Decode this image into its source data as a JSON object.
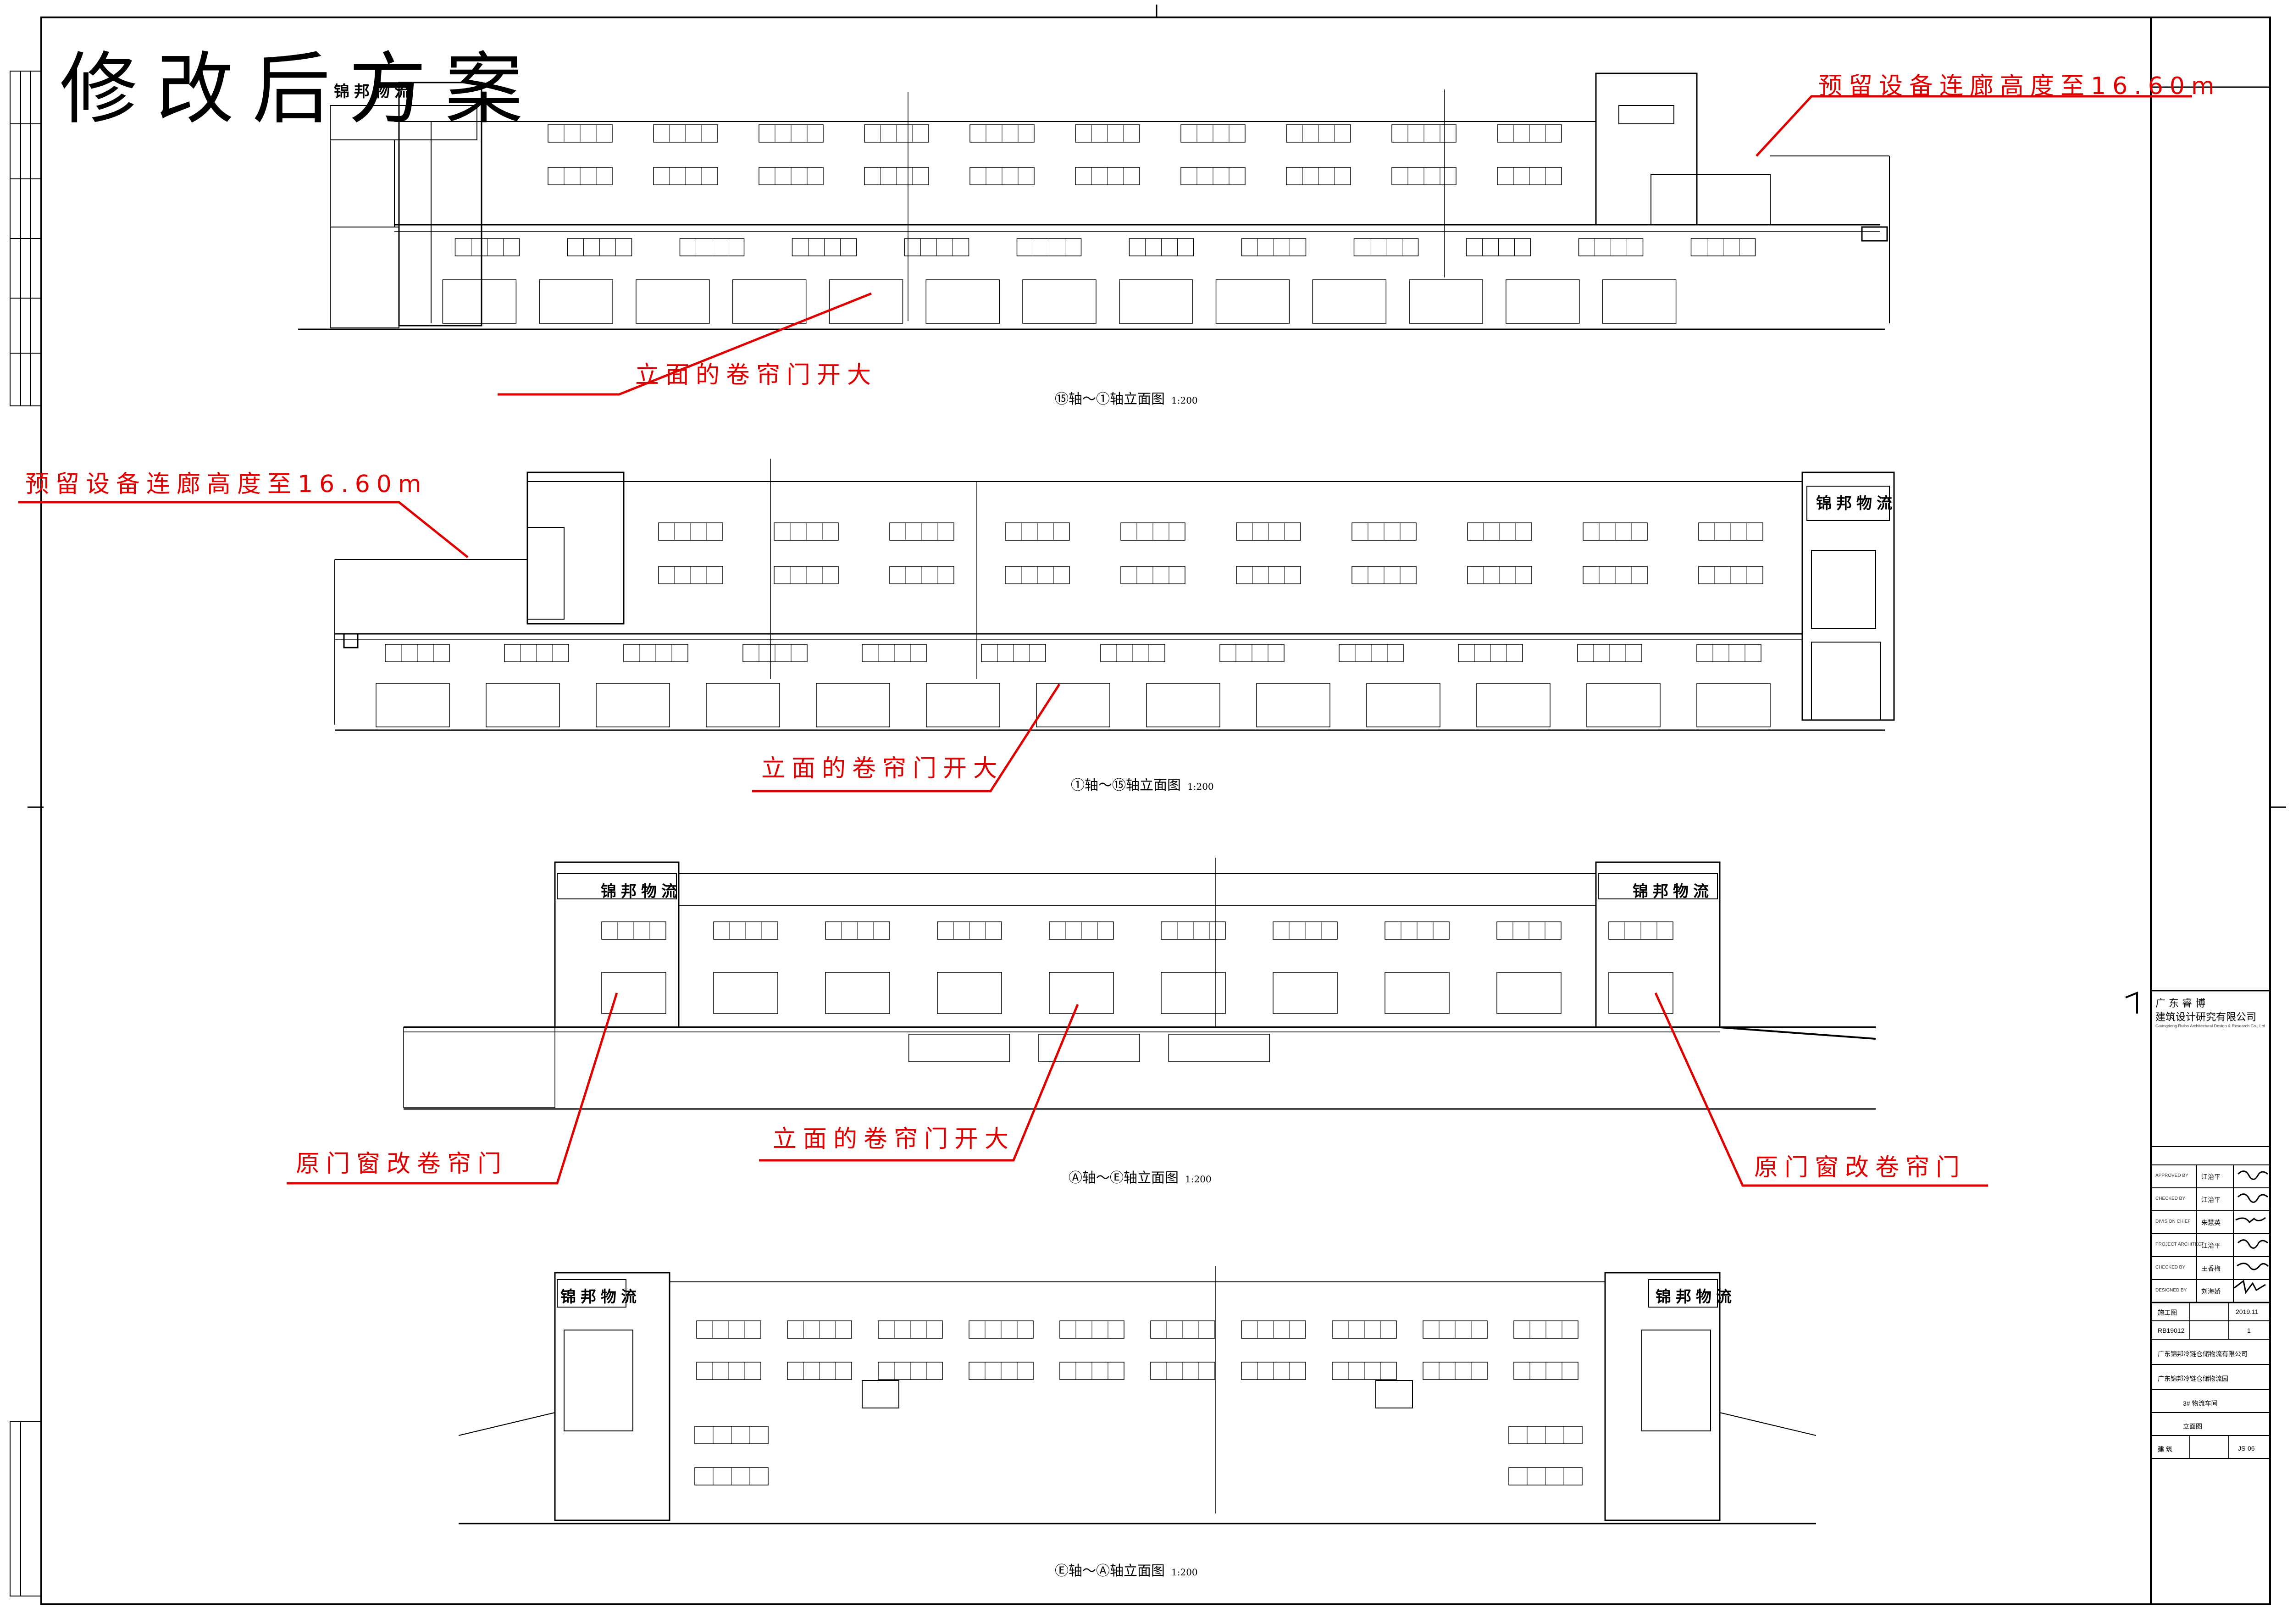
{
  "title": "修改后方案",
  "annotations": {
    "corridor_top": "预留设备连廊高度至16.60m",
    "corridor_left": "预留设备连廊高度至16.60m",
    "door_1": "立面的卷帘门开大",
    "door_2": "立面的卷帘门开大",
    "door_3": "立面的卷帘门开大",
    "window_left": "原门窗改卷帘门",
    "window_right": "原门窗改卷帘门"
  },
  "elevations": [
    {
      "caption": "⑮轴～①轴立面图",
      "scale": "1:200",
      "sign": "锦邦物流"
    },
    {
      "caption": "①轴～⑮轴立面图",
      "scale": "1:200",
      "sign": "锦邦物流"
    },
    {
      "caption": "Ⓐ轴～Ⓔ轴立面图",
      "scale": "1:200",
      "sign": "锦邦物流",
      "sign2": "锦邦物流"
    },
    {
      "caption": "Ⓔ轴～Ⓐ轴立面图",
      "scale": "1:200",
      "sign": "锦邦物流",
      "sign2": "锦邦物流"
    }
  ],
  "title_block": {
    "company_name_1": "广 东 睿 博",
    "company_name_2": "建筑设计研究有限公司",
    "company_en": "Guangdong Ruibo Architectural Design & Research Co., Ltd",
    "people": [
      {
        "role": "APPROVED BY",
        "name": "江治平"
      },
      {
        "role": "CHECKED BY",
        "name": "江治平"
      },
      {
        "role": "DIVISION CHIEF",
        "name": "朱慧英"
      },
      {
        "role": "PROJECT ARCHITECT",
        "name": "江治平"
      },
      {
        "role": "CHECKED BY",
        "name": "王香梅"
      },
      {
        "role": "DESIGNED BY",
        "name": "刘海娇"
      }
    ],
    "phase": "施工图",
    "date": "2019.11",
    "project_no": "RB19012",
    "edition": "1",
    "client": "广东锦邦冷链仓储物流有限公司",
    "project_name": "广东锦邦冷链仓储物流园",
    "subproject_name": "3# 物流车间",
    "drawing_name": "立面图",
    "style": "建 筑",
    "sheet_no": "JS-06"
  },
  "colors": {
    "annotation": "#e00000",
    "line": "#000000"
  }
}
